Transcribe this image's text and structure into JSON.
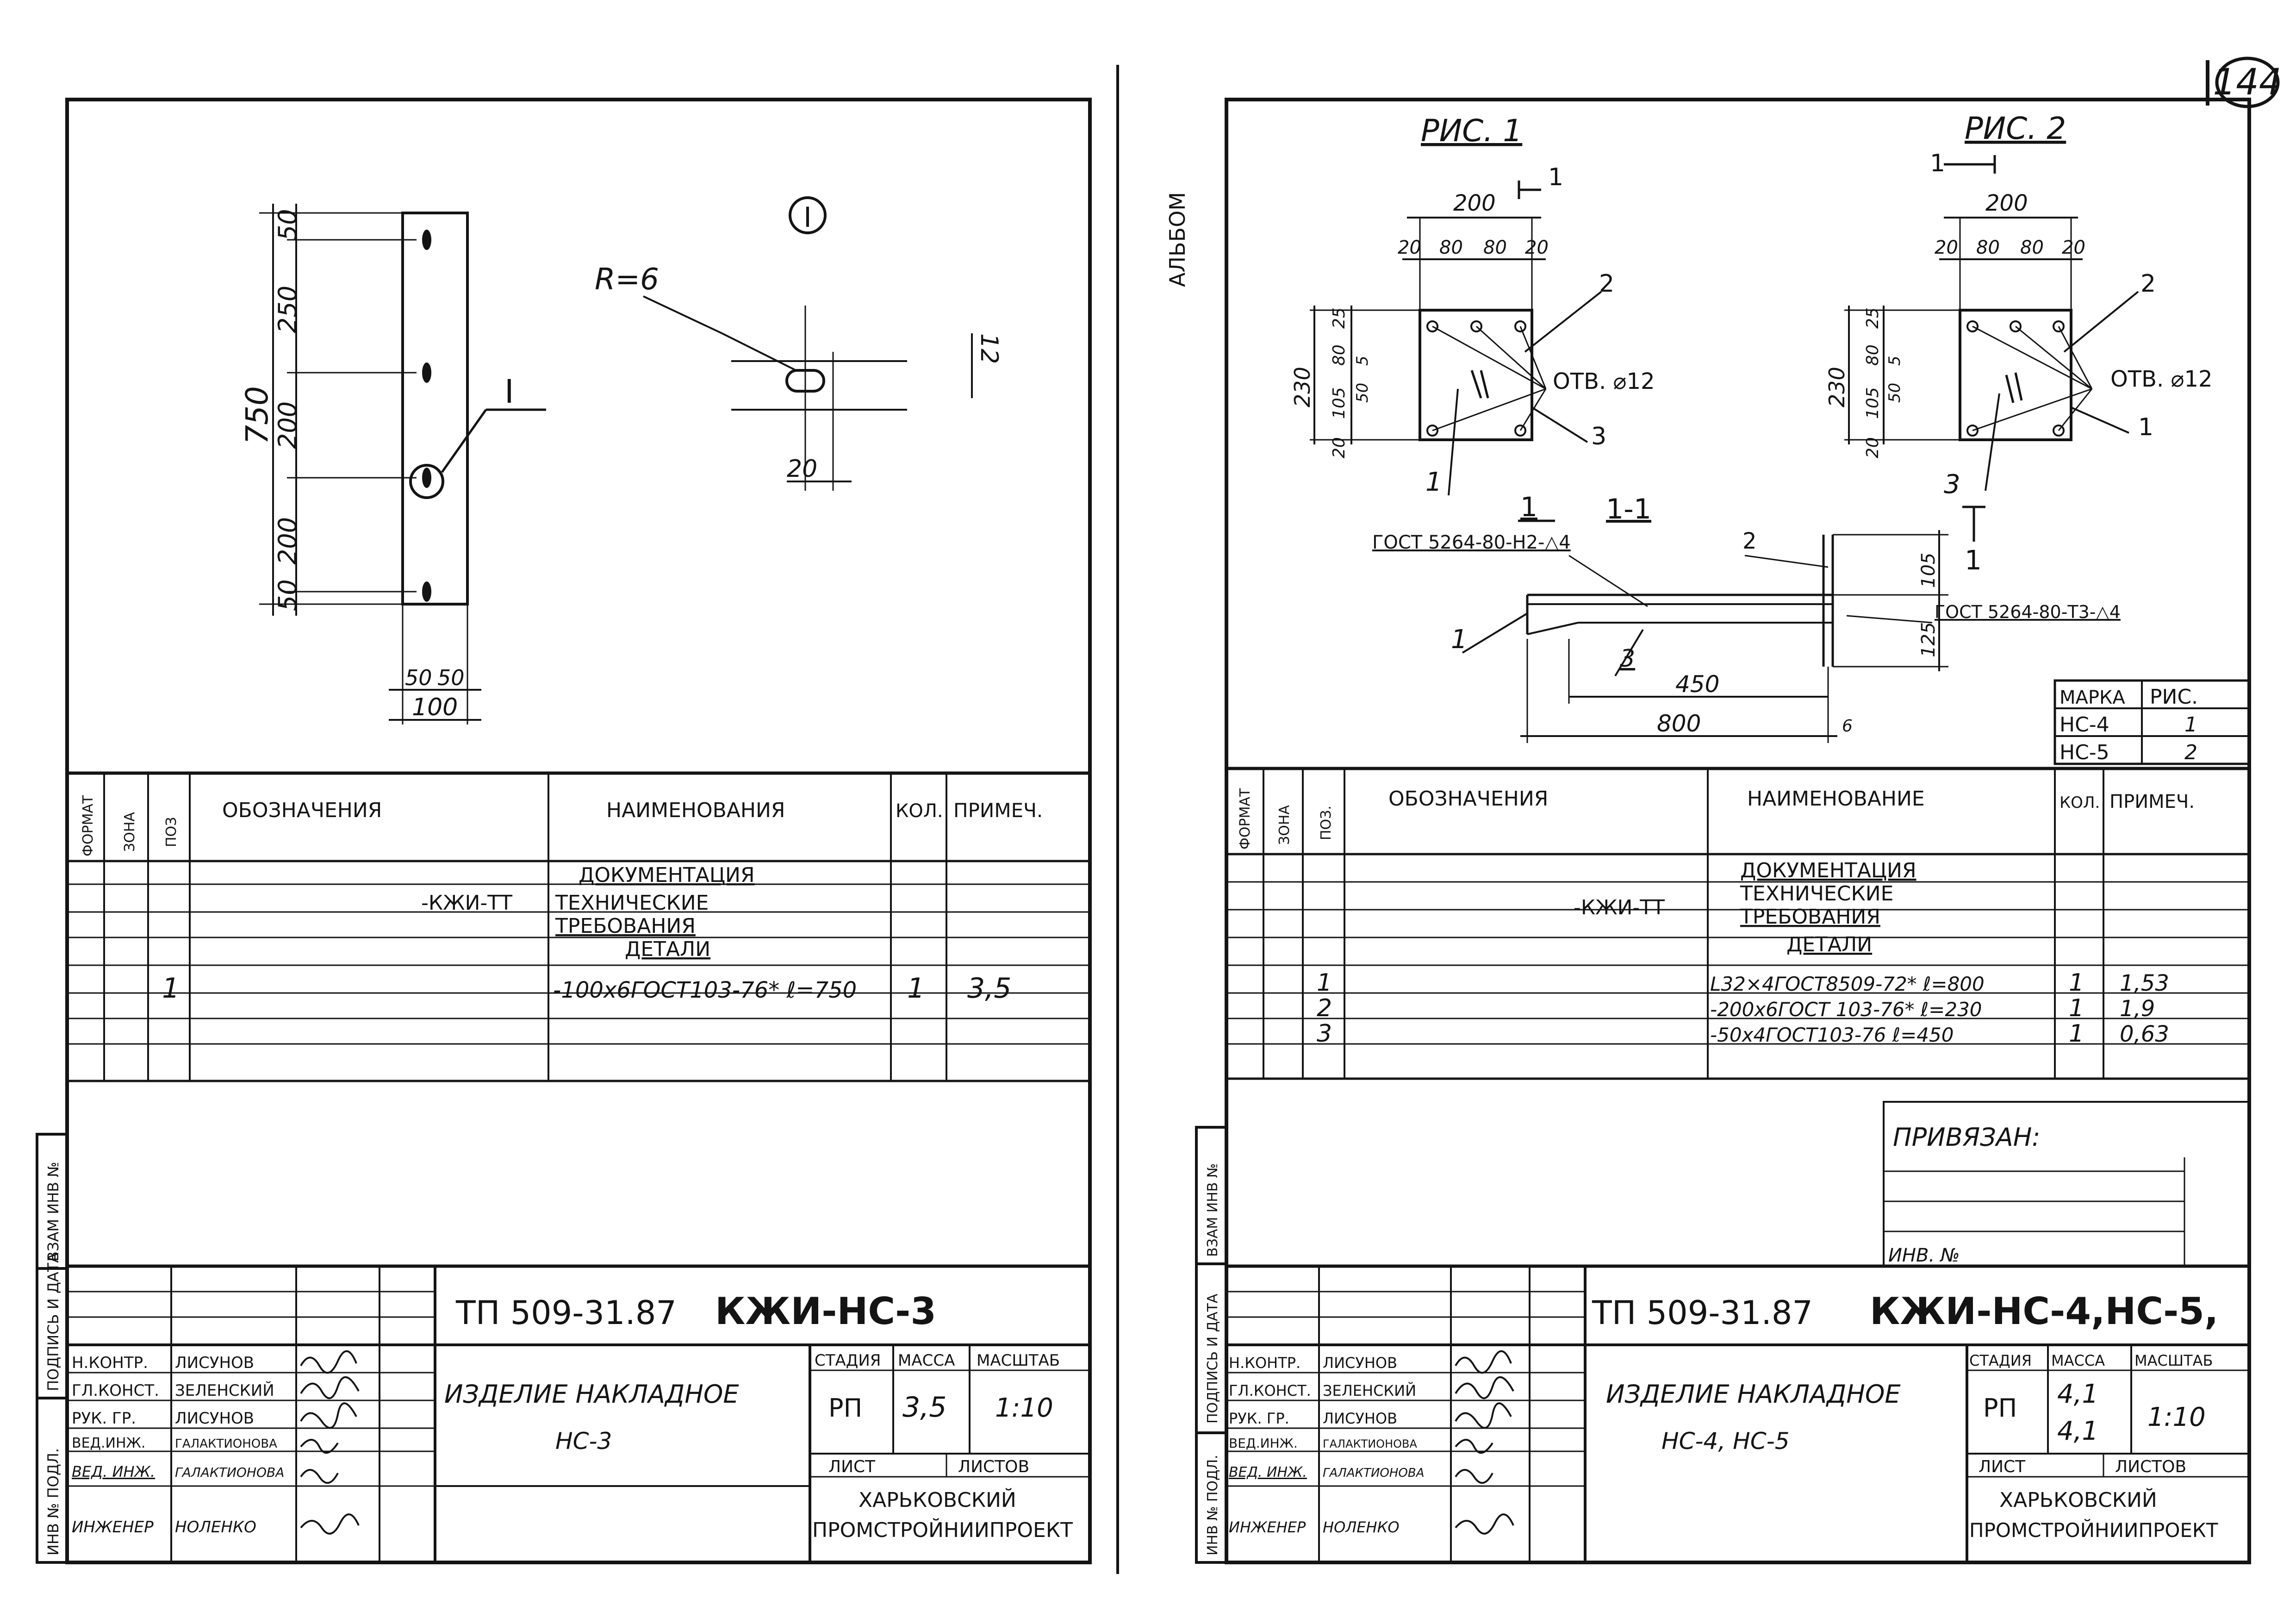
{
  "page": {
    "number": "144",
    "side_label": "АЛЬБОМ"
  },
  "left": {
    "detail": {
      "dims": [
        "50",
        "250",
        "200",
        "200",
        "50"
      ],
      "total": "750",
      "width_parts": [
        "50",
        "50"
      ],
      "width_total": "100",
      "callout": "I",
      "detail_label": "I",
      "radius": "R=6",
      "hole_len": "20",
      "hole_w": "12"
    },
    "spec": {
      "headers": {
        "format": "ФОРМАТ",
        "zone": "ЗОНА",
        "pos": "ПОЗ",
        "designation": "ОБОЗНАЧЕНИЯ",
        "name": "НАИМЕНОВАНИЯ",
        "qty": "КОЛ.",
        "note": "ПРИМЕЧ."
      },
      "sec_docs": "ДОКУМЕНТАЦИЯ",
      "doc_code": "-КЖИ-ТТ",
      "doc_name_1": "ТЕХНИЧЕСКИЕ",
      "doc_name_2": "ТРЕБОВАНИЯ",
      "sec_parts": "ДЕТАЛИ",
      "rows": [
        {
          "pos": "1",
          "name": "-100х6ГОСТ103-76* ℓ=750",
          "qty": "1",
          "note": "3,5"
        }
      ]
    },
    "stamp": {
      "side_labels": [
        "ИНВ № ПОДЛ.",
        "ПОДПИСЬ И ДАТА",
        "ВЗАМ ИНВ №"
      ],
      "doc_code": "ТП 509-31.87",
      "mark": "КЖИ-НС-3",
      "roles": [
        "Н.КОНТР.",
        "ГЛ.КОНСТ.",
        "РУК. ГР.",
        "ВЕД.ИНЖ.",
        "ВЕД. ИНЖ.",
        "ИНЖЕНЕР"
      ],
      "names": [
        "ЛИСУНОВ",
        "ЗЕЛЕНСКИЙ",
        "ЛИСУНОВ",
        "ГАЛАКТИОНОВА",
        "ГАЛАКТИОНОВА",
        "НОЛЕНКО"
      ],
      "title_1": "ИЗДЕЛИЕ НАКЛАДНОЕ",
      "title_2": "НС-3",
      "h_stage": "СТАДИЯ",
      "h_mass": "МАССА",
      "h_scale": "МАСШТАБ",
      "stage": "РП",
      "mass": "3,5",
      "scale": "1:10",
      "h_sheet": "ЛИСТ",
      "h_sheets": "ЛИСТОВ",
      "org_1": "ХАРЬКОВСКИЙ",
      "org_2": "ПРОМСТРОЙНИИПРОЕКТ"
    }
  },
  "right": {
    "fig1": {
      "title": "РИС. 1",
      "cut": "1",
      "w_total": "200",
      "w_parts": [
        "20",
        "80",
        "80",
        "20"
      ],
      "h_total": "230",
      "h_parts": [
        "25",
        "80",
        "105",
        "20"
      ],
      "h_inner": [
        "5",
        "50"
      ],
      "lead_2": "2",
      "lead_3": "3",
      "lead_1": "1",
      "holes": "ОТВ. ⌀12"
    },
    "fig2": {
      "title": "РИС. 2",
      "cut": "1",
      "w_total": "200",
      "w_parts": [
        "20",
        "80",
        "80",
        "20"
      ],
      "h_total": "230",
      "h_parts": [
        "25",
        "80",
        "105",
        "20"
      ],
      "h_inner": [
        "5",
        "50"
      ],
      "lead_2": "2",
      "lead_3": "3",
      "lead_1": "1",
      "holes": "ОТВ. ⌀12"
    },
    "section": {
      "title": "1-1",
      "weld_top": "ГОСТ 5264-80-Н2-△4",
      "weld_right": "ГОСТ 5264-80-Т3-△4",
      "lead_1": "1",
      "lead_2": "2",
      "lead_3": "3",
      "cut": "1",
      "d450": "450",
      "d800": "800",
      "d105": "105",
      "d125": "125",
      "d6": "6"
    },
    "marks_table": {
      "h_mark": "МАРКА",
      "h_fig": "РИС.",
      "rows": [
        {
          "mark": "НС-4",
          "fig": "1"
        },
        {
          "mark": "НС-5",
          "fig": "2"
        }
      ]
    },
    "spec": {
      "headers": {
        "format": "ФОРМАТ",
        "zone": "ЗОНА",
        "pos": "ПОЗ.",
        "designation": "ОБОЗНАЧЕНИЯ",
        "name": "НАИМЕНОВАНИЕ",
        "qty": "КОЛ.",
        "note": "ПРИМЕЧ."
      },
      "sec_docs": "ДОКУМЕНТАЦИЯ",
      "doc_code": "-КЖИ-ТТ",
      "doc_name_1": "ТЕХНИЧЕСКИЕ",
      "doc_name_2": "ТРЕБОВАНИЯ",
      "sec_parts": "ДЕТАЛИ",
      "rows": [
        {
          "pos": "1",
          "name": "L32×4ГОСТ8509-72* ℓ=800",
          "qty": "1",
          "note": "1,53"
        },
        {
          "pos": "2",
          "name": "-200х6ГОСТ 103-76* ℓ=230",
          "qty": "1",
          "note": "1,9"
        },
        {
          "pos": "3",
          "name": "-50х4ГОСТ103-76  ℓ=450",
          "qty": "1",
          "note": "0,63"
        }
      ]
    },
    "binding": {
      "label": "ПРИВЯЗАН:",
      "inv": "ИНВ. №"
    },
    "stamp": {
      "side_labels": [
        "ИНВ № ПОДЛ.",
        "ПОДПИСЬ И ДАТА",
        "ВЗАМ ИНВ №"
      ],
      "doc_code": "ТП 509-31.87",
      "mark": "КЖИ-НС-4,НС-5,",
      "roles": [
        "Н.КОНТР.",
        "ГЛ.КОНСТ.",
        "РУК. ГР.",
        "ВЕД.ИНЖ.",
        "ВЕД. ИНЖ.",
        "ИНЖЕНЕР"
      ],
      "names": [
        "ЛИСУНОВ",
        "ЗЕЛЕНСКИЙ",
        "ЛИСУНОВ",
        "ГАЛАКТИОНОВА",
        "ГАЛАКТИОНОВА",
        "НОЛЕНКО"
      ],
      "title_1": "ИЗДЕЛИЕ НАКЛАДНОЕ",
      "title_2": "НС-4, НС-5",
      "h_stage": "СТАДИЯ",
      "h_mass": "МАССА",
      "h_scale": "МАСШТАБ",
      "stage": "РП",
      "mass_1": "4,1",
      "mass_2": "4,1",
      "scale": "1:10",
      "h_sheet": "ЛИСТ",
      "h_sheets": "ЛИСТОВ",
      "org_1": "ХАРЬКОВСКИЙ",
      "org_2": "ПРОМСТРОЙНИИПРОЕКТ"
    }
  }
}
